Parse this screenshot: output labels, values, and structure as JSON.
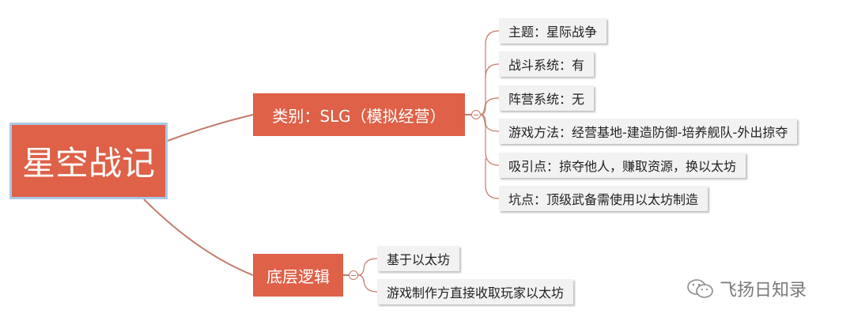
{
  "root": {
    "label": "星空战记"
  },
  "branches": [
    {
      "label": "类别：SLG（模拟经营）",
      "children": [
        "主题：星际战争",
        "战斗系统：有",
        "阵营系统：无",
        "游戏方法：经营基地-建造防御-培养舰队-外出掠夺",
        "吸引点：掠夺他人，赚取资源，换以太坊",
        "坑点：顶级武备需使用以太坊制造"
      ]
    },
    {
      "label": "底层逻辑",
      "children": [
        "基于以太坊",
        "游戏制作方直接收取玩家以太坊"
      ]
    }
  ],
  "watermark": {
    "text": "飞扬日知录"
  },
  "colors": {
    "node": "#de6148",
    "root_border": "#a9c8e6",
    "leaf": "#f2f2f2",
    "line": "#c47b6b"
  }
}
